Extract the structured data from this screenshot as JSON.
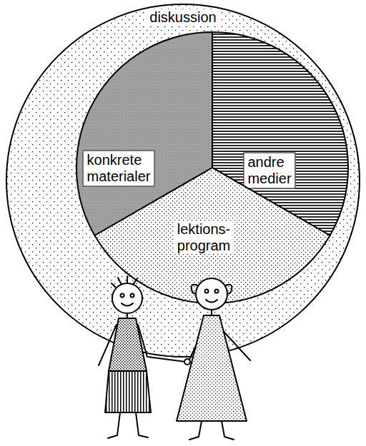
{
  "diagram": {
    "nodes": [
      {
        "text": [
          "diskussion"
        ]
      },
      {
        "text": [
          "konkrete materialer"
        ],
        "in": 0
      },
      {
        "text": [
          "andre medier"
        ],
        "in": 0
      },
      {
        "text": [
          "lektions- program"
        ],
        "in": 0
      }
    ]
  }
}
